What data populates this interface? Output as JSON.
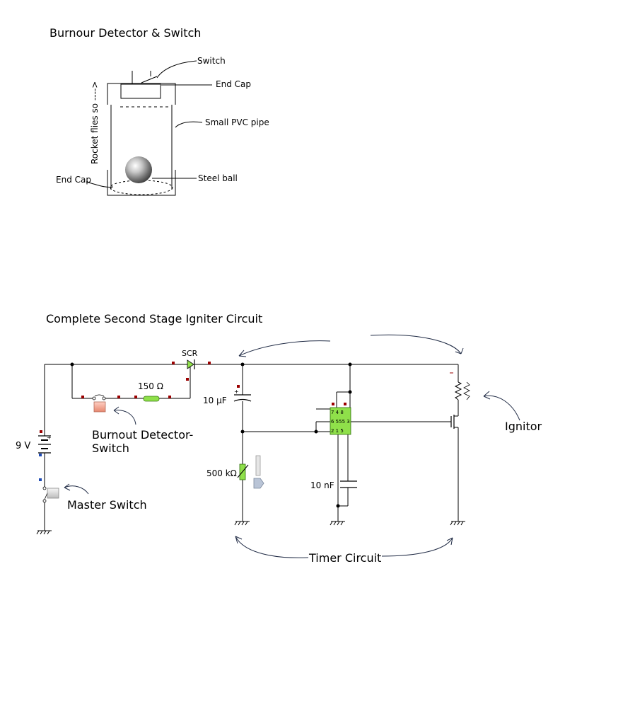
{
  "section1": {
    "title": "Burnour Detector & Switch",
    "labels": {
      "switch": "Switch",
      "end_cap_top": "End Cap",
      "pipe": "Small PVC pipe",
      "ball": "Steel ball",
      "end_cap_bottom": "End Cap",
      "direction": "Rocket flies so ---->"
    }
  },
  "section2": {
    "title": "Complete Second Stage Igniter Circuit",
    "components": {
      "scr": "SCR",
      "resistor": "150 Ω",
      "cap_big": "10 µF",
      "battery": "9 V",
      "pot": "500 kΩ",
      "cap_small": "10 nF",
      "ic_pins_top": "7  4  8",
      "ic_pins_mid": "6 555 3",
      "ic_pins_bot": "2  1  5"
    },
    "annotations": {
      "burnout": "Burnout Detector-\nSwitch",
      "burnout_line1": "Burnout Detector-",
      "burnout_line2": "Switch",
      "master": "Master Switch",
      "ignitor": "Ignitor",
      "timer": "Timer Circuit"
    }
  },
  "colors": {
    "wire": "#000000",
    "pin_marker": "#9b0000",
    "component_green": "#8fe04a",
    "annotation_ink": "#1f2a44"
  }
}
